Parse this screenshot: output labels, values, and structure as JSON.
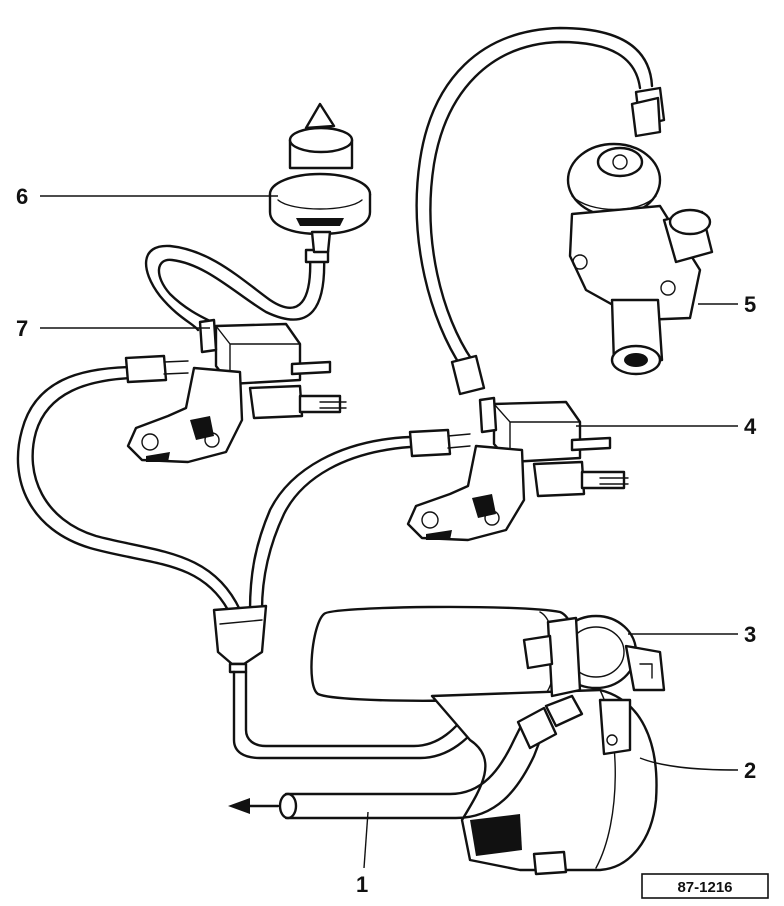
{
  "callouts": [
    {
      "id": "1",
      "text": "1"
    },
    {
      "id": "2",
      "text": "2"
    },
    {
      "id": "3",
      "text": "3"
    },
    {
      "id": "4",
      "text": "4"
    },
    {
      "id": "5",
      "text": "5"
    },
    {
      "id": "6",
      "text": "6"
    },
    {
      "id": "7",
      "text": "7"
    }
  ],
  "reference_code": "87-1216"
}
